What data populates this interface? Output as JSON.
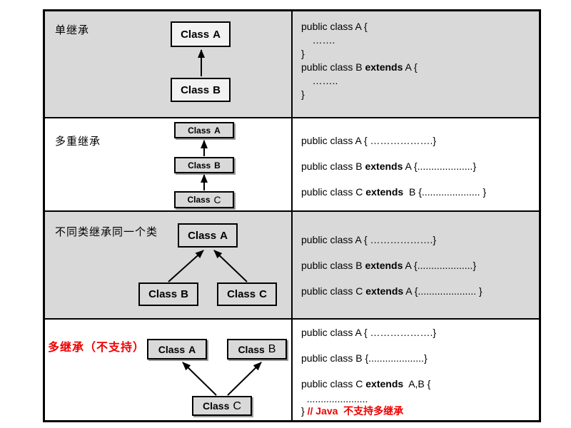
{
  "colors": {
    "row_gray": "#d9d9d9",
    "box_light_fill": "#f2f2f2",
    "box_gray_fill": "#d9d9d9",
    "border_black": "#000000",
    "annotation_red": "#ee0000"
  },
  "table": {
    "rows": [
      {
        "label": "单继承",
        "boxes": [
          {
            "prefix": "Class",
            "suffix": "A"
          },
          {
            "prefix": "Class",
            "suffix": "B"
          }
        ],
        "code": [
          [
            {
              "t": "public class A {"
            }
          ],
          [
            {
              "t": "    ……."
            }
          ],
          [
            {
              "t": "}"
            }
          ],
          [
            {
              "t": "public class B "
            },
            {
              "t": "extends",
              "b": true
            },
            {
              "t": " A {"
            }
          ],
          [
            {
              "t": "    …….."
            }
          ],
          [
            {
              "t": "}"
            }
          ]
        ]
      },
      {
        "label": "多重继承",
        "boxes": [
          {
            "prefix": "Class",
            "suffix": "A"
          },
          {
            "prefix": "Class",
            "suffix": "B"
          },
          {
            "prefix": "Class",
            "suffix": "C"
          }
        ],
        "code": [
          [
            {
              "t": "public class A { ……………….}"
            }
          ],
          [
            {
              "t": "public class B "
            },
            {
              "t": "extends",
              "b": true
            },
            {
              "t": " A {....................}"
            }
          ],
          [
            {
              "t": "public class C "
            },
            {
              "t": "extends",
              "b": true
            },
            {
              "t": "  B {..................... }"
            }
          ]
        ]
      },
      {
        "label": "不同类继承同一个类",
        "boxes": [
          {
            "prefix": "Class",
            "suffix": "A"
          },
          {
            "prefix": "Class",
            "suffix": "B"
          },
          {
            "prefix": "Class",
            "suffix": "C"
          }
        ],
        "code": [
          [
            {
              "t": "public class A { ……………….}"
            }
          ],
          [
            {
              "t": "public class B "
            },
            {
              "t": "extends",
              "b": true
            },
            {
              "t": " A {....................}"
            }
          ],
          [
            {
              "t": "public class C "
            },
            {
              "t": "extends",
              "b": true
            },
            {
              "t": " A {..................... }"
            }
          ]
        ]
      },
      {
        "label": "多继承（不支持）",
        "boxes": [
          {
            "prefix": "Class",
            "suffix": "A"
          },
          {
            "prefix": "Class",
            "suffix": "B"
          },
          {
            "prefix": "Class",
            "suffix": "C"
          }
        ],
        "code": [
          [
            {
              "t": "public class A { ……………….}"
            }
          ],
          [
            {
              "t": "public class B {....................}"
            }
          ],
          [
            {
              "t": "public class C "
            },
            {
              "t": "extends",
              "b": true
            },
            {
              "t": "  A,B {"
            }
          ],
          [
            {
              "t": "  ......................"
            }
          ],
          [
            {
              "t": "} "
            },
            {
              "t": "// Java  不支持多继承",
              "b": true,
              "c": "#ee0000"
            }
          ]
        ]
      }
    ]
  }
}
